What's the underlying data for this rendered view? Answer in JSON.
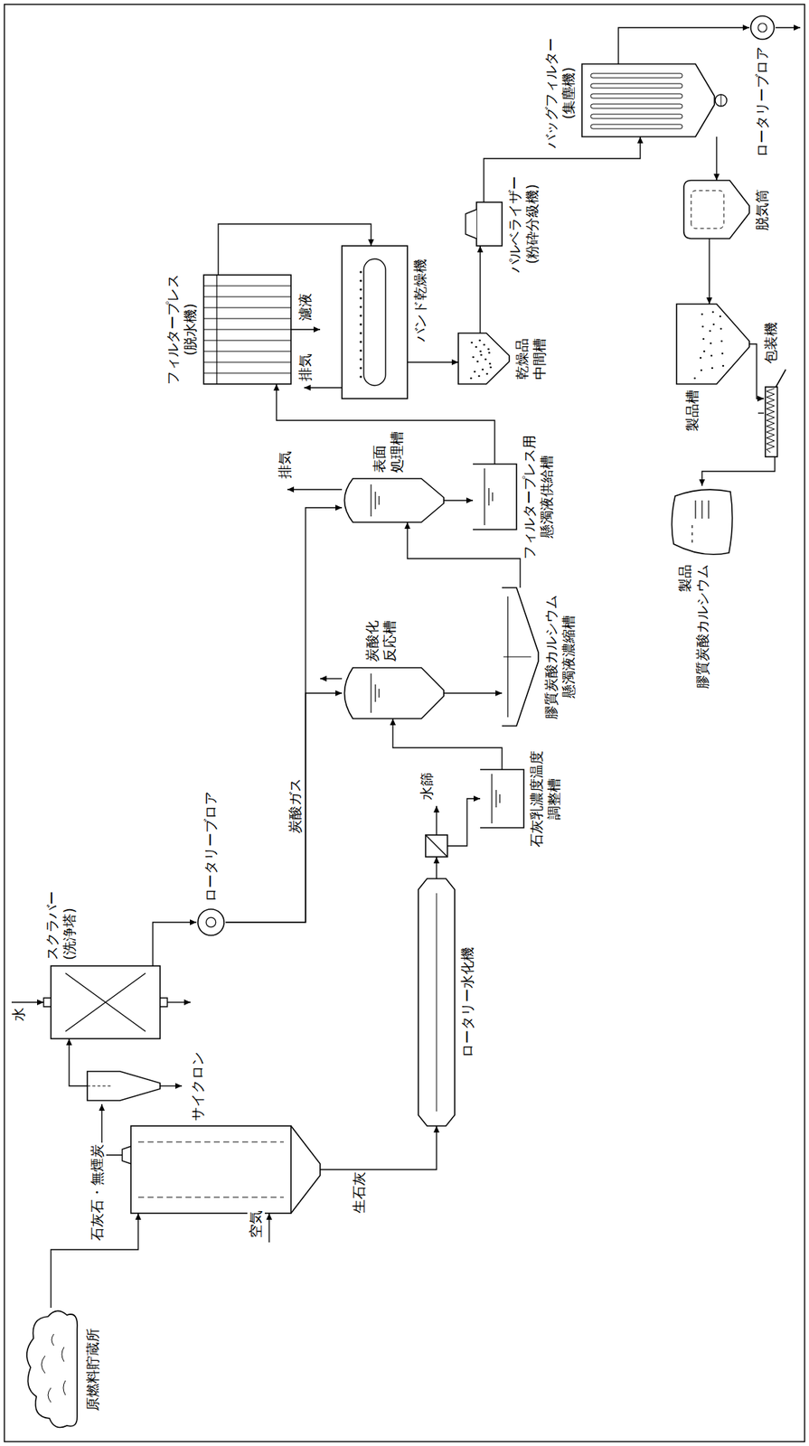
{
  "diagram": {
    "nodes": [
      {
        "text": [
          "原燃料貯蔵所"
        ]
      },
      {
        "text": [
          "サイクロン"
        ]
      },
      {
        "text": [
          "スクラバー (洗浄塔)"
        ]
      },
      {
        "text": [
          "ロータリーブロア"
        ]
      },
      {
        "text": [
          "ロータリー水化機"
        ]
      },
      {
        "text": [
          "水篩"
        ]
      },
      {
        "text": [
          "石灰乳濃度温度 調整槽"
        ]
      },
      {
        "text": [
          "炭酸化 反応槽"
        ]
      },
      {
        "text": [
          "膠質炭酸カルシウム 懸濁液濃縮槽"
        ]
      },
      {
        "text": [
          "表面 処理槽"
        ]
      },
      {
        "text": [
          "フィルタープレス用 懸濁液供給槽"
        ]
      },
      {
        "text": [
          "フィルタープレス (脱水機)"
        ]
      },
      {
        "text": [
          "バンド乾燥機"
        ]
      },
      {
        "text": [
          "乾燥品 中間槽"
        ]
      },
      {
        "text": [
          "パルベライザー (粉砕分級機)"
        ]
      },
      {
        "text": [
          "バッグフィルター (集塵機)"
        ]
      },
      {
        "text": [
          "脱気筒"
        ]
      },
      {
        "text": [
          "製品槽"
        ]
      },
      {
        "text": [
          "包装機"
        ]
      },
      {
        "text": [
          "ロータリーブロア"
        ]
      },
      {
        "text": [
          "製品 膠質炭酸カルシウム"
        ]
      }
    ],
    "edges": [
      {
        "from": 1,
        "to": 2,
        "arrow": "to"
      },
      {
        "from": 2,
        "to": 3,
        "arrow": "to"
      },
      {
        "from": 3,
        "to": 7,
        "label": "炭酸ガス",
        "arrow": "to"
      },
      {
        "from": 3,
        "to": 9,
        "arrow": "to"
      },
      {
        "from": 4,
        "to": 5,
        "arrow": "to"
      },
      {
        "from": 5,
        "to": 6,
        "arrow": "to"
      },
      {
        "from": 6,
        "to": 7,
        "arrow": "to"
      },
      {
        "from": 7,
        "to": 8,
        "arrow": "to"
      },
      {
        "from": 8,
        "to": 9,
        "arrow": "to"
      },
      {
        "from": 9,
        "to": 10,
        "arrow": "to"
      },
      {
        "from": 10,
        "to": 11,
        "arrow": "to"
      },
      {
        "from": 11,
        "to": 12,
        "arrow": "to"
      },
      {
        "from": 12,
        "to": 13,
        "arrow": "to"
      },
      {
        "from": 13,
        "to": 14,
        "arrow": "to"
      },
      {
        "from": 14,
        "to": 15,
        "arrow": "to"
      },
      {
        "from": 15,
        "to": 16,
        "arrow": "to"
      },
      {
        "from": 16,
        "to": 17,
        "arrow": "to"
      },
      {
        "from": 17,
        "to": 18,
        "arrow": "to"
      },
      {
        "from": 18,
        "to": 20,
        "arrow": "to"
      },
      {
        "from": 15,
        "to": 19,
        "arrow": "to"
      }
    ],
    "labels": [
      "水",
      "石灰石・無煙炭",
      "空気",
      "生石灰",
      "排気",
      "排気",
      "濾液"
    ]
  }
}
